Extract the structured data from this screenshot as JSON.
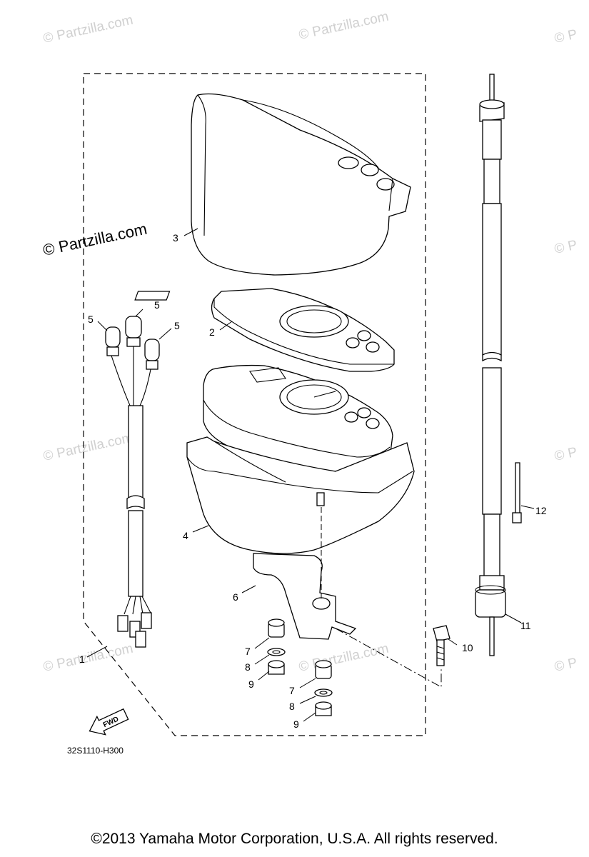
{
  "watermarks": {
    "small": "© Partzilla.com",
    "small_cut": "© P",
    "large": "© Partzilla.com"
  },
  "diagram_code": "32S1110-H300",
  "fwd_label": "FWD",
  "copyright": "©2013  Yamaha Motor Corporation, U.S.A. All rights reserved.",
  "callouts": {
    "c1": "1",
    "c2": "2",
    "c3": "3",
    "c4": "4",
    "c5a": "5",
    "c5b": "5",
    "c5c": "5",
    "c6": "6",
    "c7a": "7",
    "c7b": "7",
    "c8a": "8",
    "c8b": "8",
    "c9a": "9",
    "c9b": "9",
    "c10": "10",
    "c11": "11",
    "c12": "12"
  }
}
